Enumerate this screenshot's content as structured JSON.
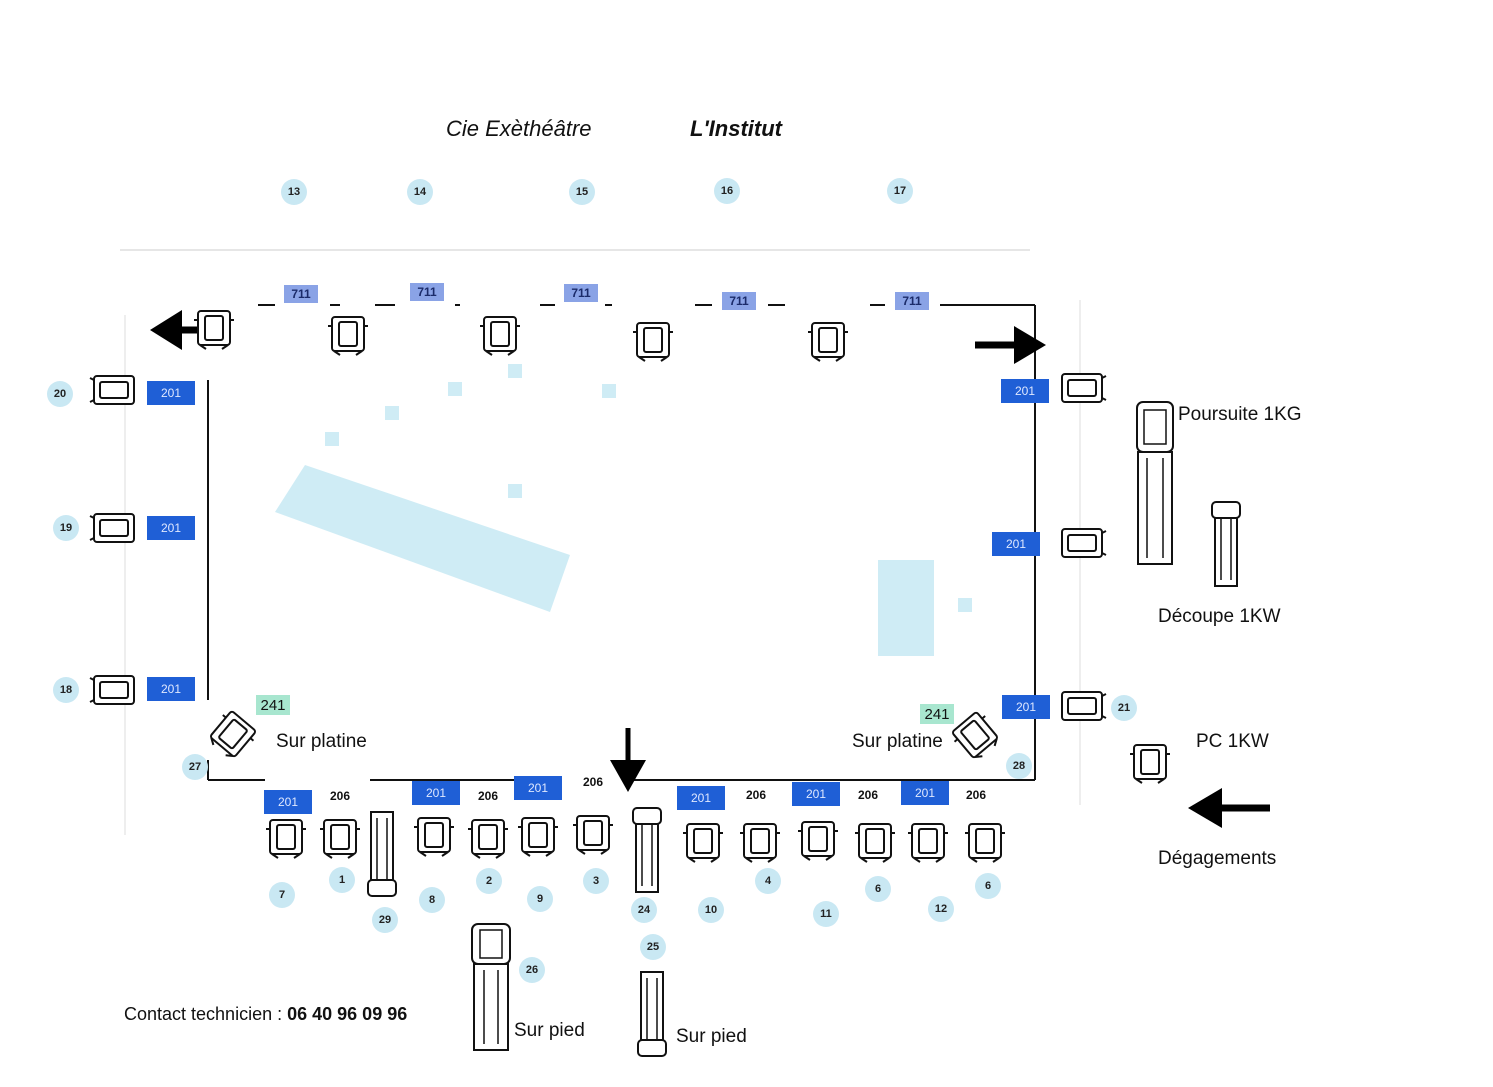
{
  "header": {
    "company": "Cie Exèthéâtre",
    "venue": "L'Institut"
  },
  "annotations": {
    "poursuite": "Poursuite 1KG",
    "decoupe": "Découpe 1KW",
    "pc": "PC 1KW",
    "degagements": "Dégagements",
    "sur_platine_left": "Sur platine",
    "sur_platine_right": "Sur platine",
    "sur_pied_left": "Sur pied",
    "sur_pied_right": "Sur pied"
  },
  "contact": {
    "label": "Contact technicien :",
    "phone": "06 40 96 09 96"
  },
  "fixture_numbers": {
    "n13": "13",
    "n14": "14",
    "n15": "15",
    "n16": "16",
    "n17": "17",
    "n20": "20",
    "n19": "19",
    "n18": "18",
    "n27": "27",
    "n28": "28",
    "n21": "21",
    "n7": "7",
    "n1": "1",
    "n29": "29",
    "n8": "8",
    "n2": "2",
    "n9": "9",
    "n3": "3",
    "n24": "24",
    "n10": "10",
    "n4": "4",
    "n11": "11",
    "n6a": "6",
    "n12": "12",
    "n6b": "6",
    "n25": "25",
    "n26": "26"
  },
  "gel_codes": {
    "c711": "711",
    "c201": "201",
    "c206": "206",
    "c241": "241"
  },
  "colors": {
    "gel_201": "#1f5fd6",
    "gel_711": "#8aa3e6",
    "gel_241": "#a8e6cf",
    "number_bubble": "#c9e8f3"
  },
  "icons": [
    "arrow-left-icon",
    "arrow-right-icon",
    "arrow-down-icon",
    "projector-icon",
    "followspot-icon",
    "profile-spot-icon"
  ]
}
